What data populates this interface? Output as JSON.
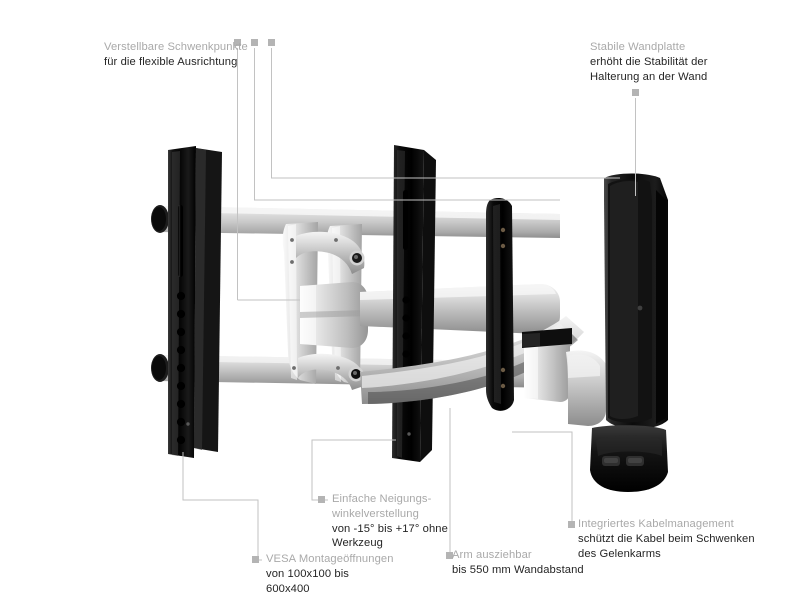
{
  "page": {
    "language": "de",
    "background_color": "#ffffff",
    "heading_color": "#a9a9a9",
    "body_color": "#252525",
    "leader_color": "#bdbdbd",
    "marker_color": "#b4b4b4"
  },
  "callouts": [
    {
      "id": "adjustable-pivot-points",
      "heading": "Verstellbare Schwenkpunkte",
      "body": "für die flexible Ausrichtung"
    },
    {
      "id": "stable-wall-plate",
      "heading": "Stabile Wandplatte",
      "body": "erhöht die Stabilität der\nHalterung an der Wand"
    },
    {
      "id": "tilt-adjustment",
      "heading": "Einfache Neigungs-\nwinkelverstellung",
      "body": "von  -15° bis +17° ohne\nWerkzeug"
    },
    {
      "id": "vesa-mounting-holes",
      "heading": "VESA Montageöffnungen",
      "body": "von 100x100 bis\n600x400"
    },
    {
      "id": "arm-extension",
      "heading": "Arm ausziehbar",
      "body": "bis 550 mm Wandabstand"
    },
    {
      "id": "integrated-cable-management",
      "heading": "Integriertes Kabelmanagement",
      "body": "schützt die Kabel beim Schwenken\ndes Gelenkarms"
    }
  ],
  "product": {
    "type": "tv-wall-mount",
    "description": "Vollbewegliche TV-Wandhalterung mit Gelenkarm",
    "colors": {
      "black": "#0d0d0d",
      "black_mid": "#2b2b2b",
      "silver_light": "#e6e6e6",
      "silver_mid": "#c3c3c3",
      "silver_dark": "#9a9a9a"
    }
  }
}
